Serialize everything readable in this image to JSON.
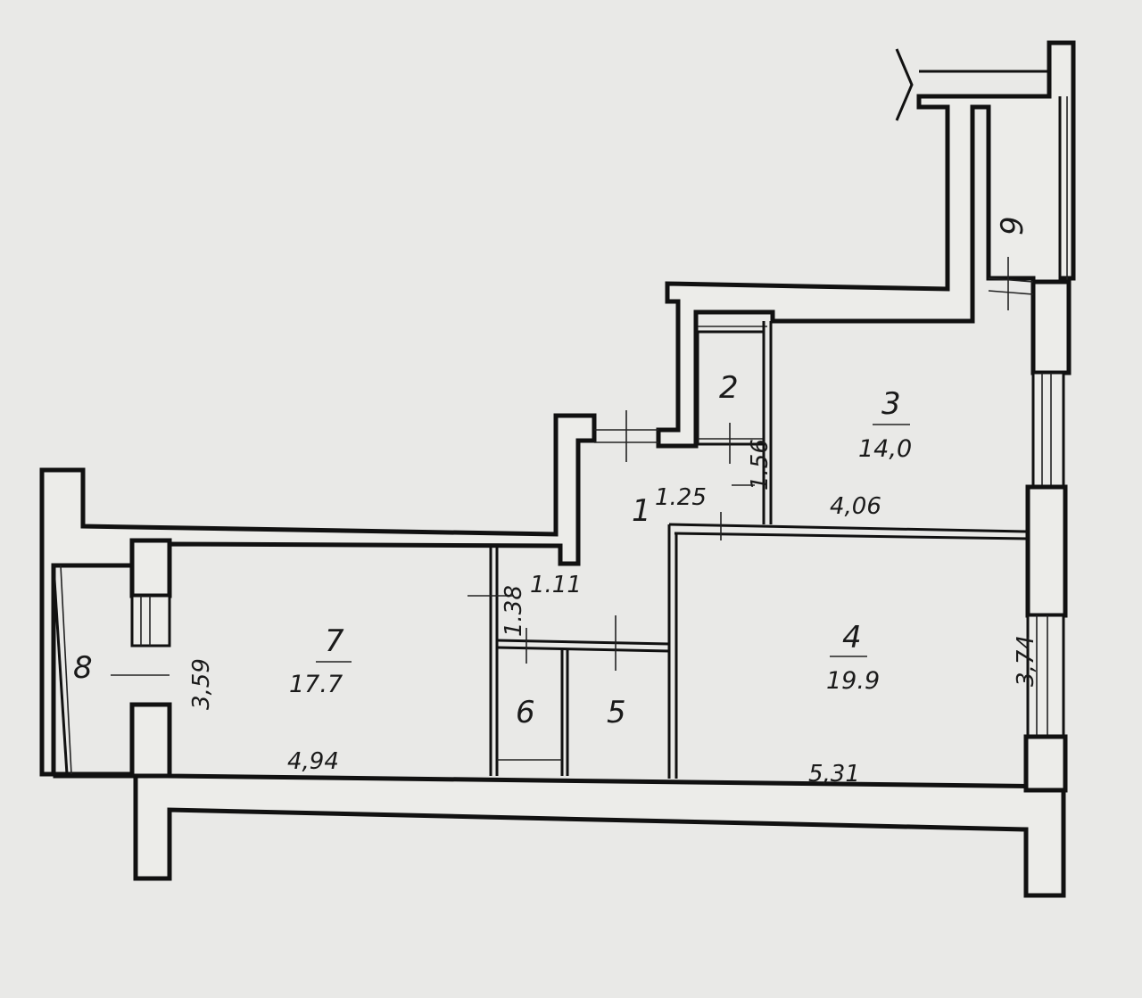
{
  "rooms": {
    "r1": {
      "number": "1"
    },
    "r2": {
      "number": "2"
    },
    "r3": {
      "number": "3",
      "area": "14,0"
    },
    "r4": {
      "number": "4",
      "area": "19.9"
    },
    "r5": {
      "number": "5"
    },
    "r6": {
      "number": "6"
    },
    "r7": {
      "number": "7",
      "area": "17.7"
    },
    "r8": {
      "number": "8"
    },
    "r9": {
      "number": "9"
    }
  },
  "dimensions": {
    "d_1_25": "1.25",
    "d_1_56": "1.56",
    "d_4_06": "4,06",
    "d_1_11": "1.11",
    "d_1_38": "1.38",
    "d_3_74": "3,74",
    "d_3_59": "3,59",
    "d_4_94": "4,94",
    "d_5_31": "5,31"
  }
}
